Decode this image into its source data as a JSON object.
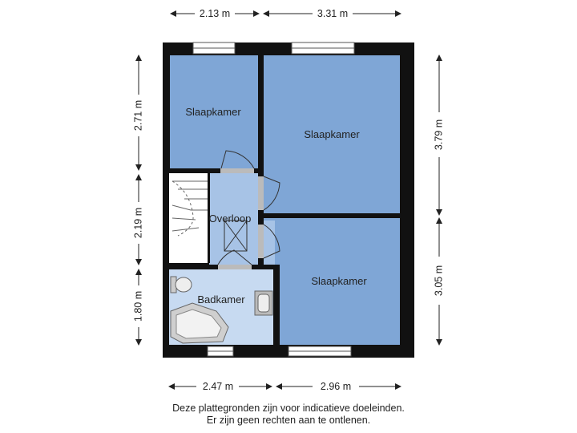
{
  "dimensions": {
    "top_left": "2.13 m",
    "top_right": "3.31 m",
    "bottom_left": "2.47 m",
    "bottom_right": "2.96 m",
    "left_top": "2.71 m",
    "left_middle": "2.19 m",
    "left_bottom": "1.80 m",
    "right_top": "3.79 m",
    "right_bottom": "3.05 m"
  },
  "rooms": {
    "bedroom_top_left": "Slaapkamer",
    "bedroom_top_right": "Slaapkamer",
    "bedroom_bottom_right": "Slaapkamer",
    "landing": "Overloop",
    "bathroom": "Badkamer"
  },
  "colors": {
    "wall": "#111111",
    "bedroom_fill": "#7fa6d6",
    "landing_fill": "#a7c3e6",
    "bathroom_fill": "#c7daf1",
    "stairs_fill": "#ffffff"
  },
  "disclaimer": {
    "line1": "Deze plattegronden zijn voor indicatieve doeleinden.",
    "line2": "Er zijn geen rechten aan te ontlenen."
  }
}
